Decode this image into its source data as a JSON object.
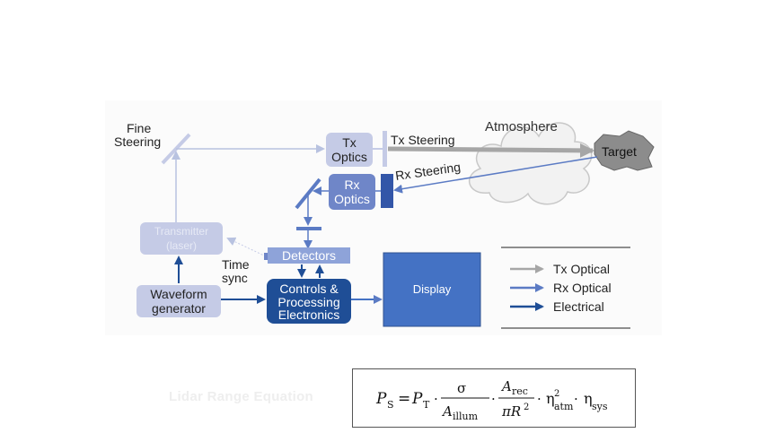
{
  "blocks": {
    "fine_steering": [
      "Fine",
      "Steering"
    ],
    "tx_optics": [
      "Tx",
      "Optics"
    ],
    "rx_optics": [
      "Rx",
      "Optics"
    ],
    "tx_steering": "Tx Steering",
    "rx_steering": "Rx Steering",
    "atmosphere": "Atmosphere",
    "target": "Target",
    "transmitter": [
      "Transmitter",
      "(laser)"
    ],
    "time_sync": [
      "Time",
      "sync"
    ],
    "detectors": "Detectors",
    "waveform": [
      "Waveform",
      "generator"
    ],
    "controls": [
      "Controls &",
      "Processing",
      "Electronics"
    ],
    "display": "Display"
  },
  "legend": {
    "items": [
      {
        "label": "Tx Optical",
        "color": "#a6a6a6"
      },
      {
        "label": "Rx Optical",
        "color": "#5b7bc4"
      },
      {
        "label": "Electrical",
        "color": "#1f4e96"
      }
    ]
  },
  "equation": {
    "title": "Lidar Range Equation",
    "lhs": "P",
    "lhs_sub": "S",
    "pt": "P",
    "pt_sub": "T",
    "sigma": "σ",
    "a_illum": "A",
    "a_illum_sub": "illum",
    "a_rec": "A",
    "a_rec_sub": "rec",
    "pi_r2": "πR",
    "sq": "2",
    "eta": "η",
    "eta_atm_sub": "atm",
    "eta_sys_sub": "sys"
  },
  "colors": {
    "light_box": "#c5cbe6",
    "mid_box": "#6f86c8",
    "dark_box": "#1f4e96",
    "display_box": "#4472c4",
    "tx_beam": "#a6a6a6",
    "rx_beam": "#5b7bc4",
    "electrical": "#1f4e96"
  }
}
